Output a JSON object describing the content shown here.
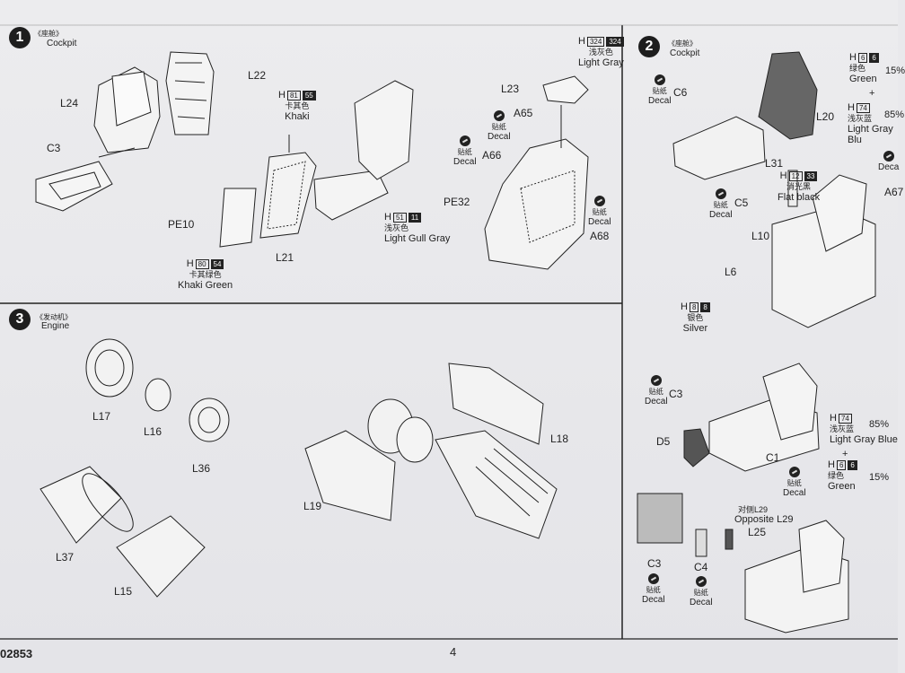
{
  "footer": {
    "code": "02853",
    "page": "4"
  },
  "step1": {
    "num": "1",
    "cn": "《座舱》",
    "title": "Cockpit"
  },
  "step2": {
    "num": "2",
    "cn": "《座舱》",
    "title": "Cockpit"
  },
  "step3": {
    "num": "3",
    "cn": "《发动机》",
    "title": "Engine"
  },
  "parts": {
    "L22": "L22",
    "L24": "L24",
    "C3": "C3",
    "PE10": "PE10",
    "L21": "L21",
    "A65": "A65",
    "A66": "A66",
    "PE32": "PE32",
    "A68": "A68",
    "L23": "L23",
    "C6": "C6",
    "L20": "L20",
    "L31": "L31",
    "C5": "C5",
    "L10": "L10",
    "L6": "L6",
    "A67": "A67",
    "C3b": "C3",
    "D5": "D5",
    "C1": "C1",
    "L25": "L25",
    "C3c": "C3",
    "C4": "C4",
    "L17": "L17",
    "L16": "L16",
    "L36": "L36",
    "L37": "L37",
    "L15": "L15",
    "L19": "L19",
    "L18": "L18"
  },
  "colors": {
    "khaki": {
      "h": "H",
      "n1": "81",
      "n2": "55",
      "cn": "卡其色",
      "en": "Khaki"
    },
    "lgg": {
      "h": "H",
      "n1": "51",
      "n2": "11",
      "cn": "浅灰色",
      "en": "Light Gull Gray"
    },
    "kgreen": {
      "h": "H",
      "n1": "80",
      "n2": "54",
      "cn": "卡其绿色",
      "en": "Khaki Green"
    },
    "lgray": {
      "h": "H",
      "n1": "324",
      "n2": "324",
      "cn": "浅灰色",
      "en": "Light Gray"
    },
    "green": {
      "h": "H",
      "n1": "6",
      "n2": "6",
      "cn": "绿色",
      "en": "Green",
      "pct": "15%"
    },
    "lgb": {
      "h": "H",
      "n1": "74",
      "cn": "浅灰蓝",
      "en": "Light Gray Blu",
      "pct": "85%"
    },
    "flat": {
      "h": "H",
      "n1": "12",
      "n2": "33",
      "cn": "消光黑",
      "en": "Flat black"
    },
    "silver": {
      "h": "H",
      "n1": "8",
      "n2": "8",
      "cn": "银色",
      "en": "Silver"
    },
    "lgb2": {
      "h": "H",
      "n1": "74",
      "cn": "浅灰蓝",
      "en": "Light Gray Blue",
      "pct": "85%"
    },
    "green2": {
      "h": "H",
      "n1": "6",
      "n2": "6",
      "cn": "绿色",
      "en": "Green",
      "pct": "15%"
    }
  },
  "plus": "+",
  "decal": {
    "cn": "贴纸",
    "en": "Decal",
    "en2": "Deca"
  },
  "opposite": {
    "cn": "对侧L29",
    "en": "Opposite L29"
  }
}
